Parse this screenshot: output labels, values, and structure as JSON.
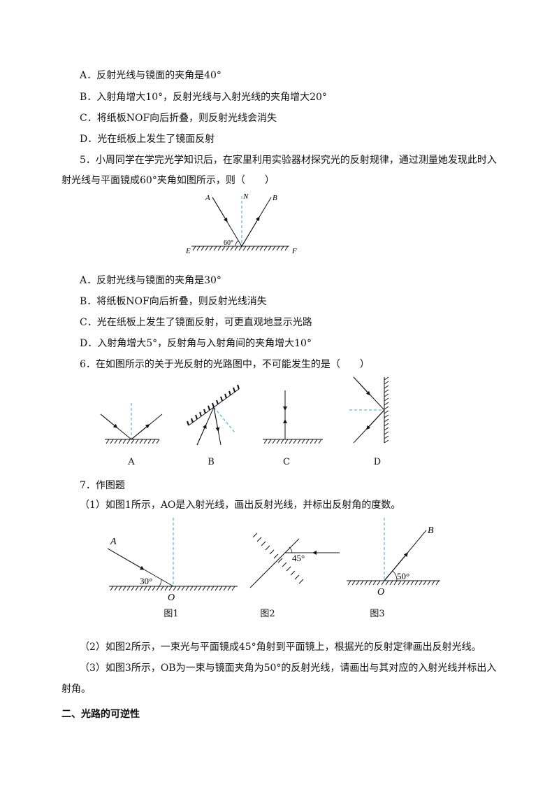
{
  "q4_options": {
    "a": "A．反射光线与镜面的夹角是40°",
    "b": "B．入射角增大10°，反射光线与入射光线的夹角增大20°",
    "c": "C．将纸板NOF向后折叠，则反射光线会消失",
    "d": "D．光在纸板上发生了镜面反射"
  },
  "q5": {
    "stem_line1": "5．小周同学在学完光学知识后，在家里利用实验器材探究光的反射规律，通过测量她发现此时入",
    "stem_line2": "射光线与平面镜成60°夹角如图所示，则（　　）",
    "figure_labels": {
      "a": "A",
      "n": "N",
      "b": "B",
      "e": "E",
      "f": "F",
      "angle": "60°"
    },
    "options": {
      "a": "A．反射光线与镜面的夹角是30°",
      "b": "B．将纸板NOF向后折叠，则反射光线消失",
      "c": "C．光在纸板上发生了镜面反射，可更直观地显示光路",
      "d": "D．入射角增大5°，反射角与入射角间的夹角增大10°"
    }
  },
  "q6": {
    "stem": "6．在如图所示的关于光反射的光路图中，不可能发生的是（　　）",
    "captions": [
      "A",
      "B",
      "C",
      "D"
    ]
  },
  "q7": {
    "title": "7．作图题",
    "part1": "（1）如图1所示，AO是入射光线，画出反射光线，并标出反射角的度数。",
    "fig1": {
      "label_a": "A",
      "label_o": "O",
      "angle": "30°",
      "caption": "图1"
    },
    "fig2": {
      "angle": "45°",
      "caption": "图2"
    },
    "fig3": {
      "label_b": "B",
      "label_o": "O",
      "angle": "50°",
      "caption": "图3"
    },
    "part2": "（2）如图2所示，一束光与平面镜成45°角射到平面镜上，根据光的反射定律画出反射光线。",
    "part3_line1": "（3）如图3所示，OB为一束与镜面夹角为50°的反射光线，请画出与其对应的入射光线并标出入",
    "part3_line2": "射角。"
  },
  "section_heading": "二、光路的可逆性",
  "colors": {
    "normal_line": "#3aa0d8",
    "text": "#111111"
  }
}
